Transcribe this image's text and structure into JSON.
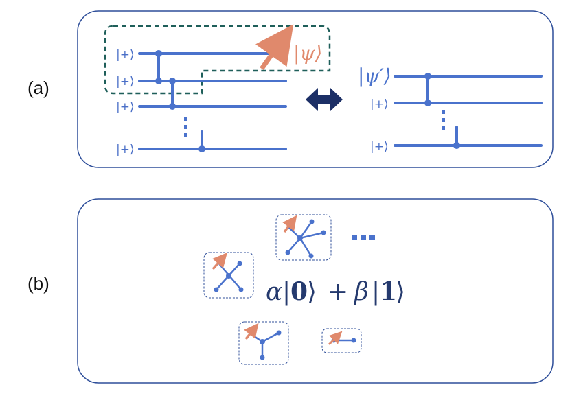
{
  "panels": {
    "a_label": "(a)",
    "b_label": "(b)"
  },
  "colors": {
    "wire": "#4a72cc",
    "frame": "#2f4f9a",
    "dashed_region": "#1f5f5a",
    "psi_arrow": "#e0896c",
    "double_arrow": "#1c2f66",
    "formula": "#253a6e"
  },
  "circuit_left": {
    "input_state": "|+⟩",
    "vdots": "⋮",
    "highlighted_state": "|ψ⟩"
  },
  "circuit_right": {
    "output_state": "|ψ′⟩",
    "input_state": "|+⟩",
    "vdots": "⋮"
  },
  "equivalence_icon": "double-headed-arrow-icon",
  "panel_b": {
    "formula_alpha": "α",
    "formula_ket0_open": "|",
    "formula_ket0_bold": "0",
    "formula_ket0_close": "⟩",
    "formula_plus": "+",
    "formula_beta": "β",
    "formula_ket1_open": "|",
    "formula_ket1_bold": "1",
    "formula_ket1_close": "⟩",
    "ellipsis": "•••"
  }
}
